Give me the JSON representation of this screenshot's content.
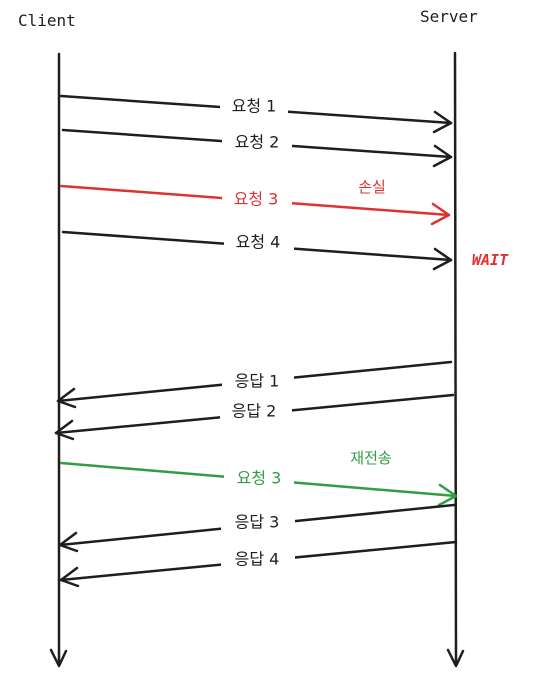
{
  "colors": {
    "ink": "#1e1e1e",
    "lost": "#e03131",
    "retransmit": "#2f9e44"
  },
  "lifelines": {
    "client": "Client",
    "server": "Server"
  },
  "messages": [
    {
      "label": "요청 1",
      "direction": "client-to-server",
      "color": "#1e1e1e"
    },
    {
      "label": "요청 2",
      "direction": "client-to-server",
      "color": "#1e1e1e"
    },
    {
      "label": "요청 3",
      "direction": "client-to-server",
      "color": "#e03131"
    },
    {
      "label": "요청 4",
      "direction": "client-to-server",
      "color": "#1e1e1e"
    },
    {
      "label": "응답 1",
      "direction": "server-to-client",
      "color": "#1e1e1e"
    },
    {
      "label": "응답 2",
      "direction": "server-to-client",
      "color": "#1e1e1e"
    },
    {
      "label": "요청 3",
      "direction": "client-to-server",
      "color": "#2f9e44"
    },
    {
      "label": "응답 3",
      "direction": "server-to-client",
      "color": "#1e1e1e"
    },
    {
      "label": "응답 4",
      "direction": "server-to-client",
      "color": "#1e1e1e"
    }
  ],
  "annotations": {
    "lost": "손실",
    "wait": "WAIT",
    "retransmit": "재전송"
  }
}
